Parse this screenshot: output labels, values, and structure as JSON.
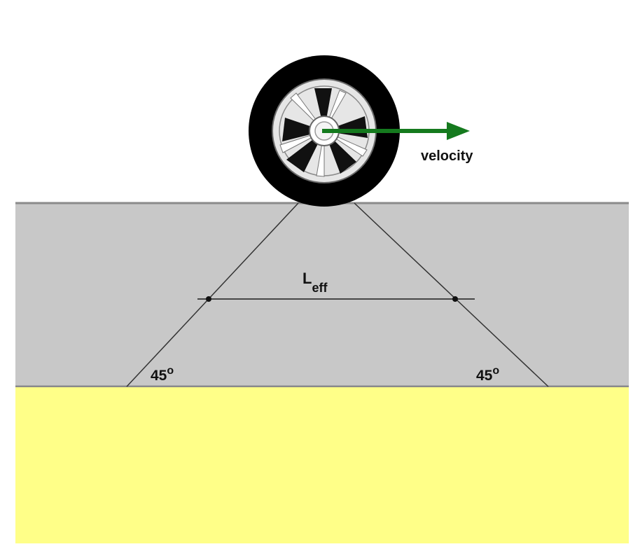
{
  "diagram": {
    "velocity_label": "velocity",
    "leff": {
      "main": "L",
      "sub": "eff"
    },
    "left_angle": {
      "value": "45",
      "unit": "o"
    },
    "right_angle": {
      "value": "45",
      "unit": "o"
    },
    "colors": {
      "background": "#ffffff",
      "pavement": "#c8c8c8",
      "subgrade": "#ffff88",
      "tire": "#000000",
      "wheel_rim": "#e6e6e6",
      "arrow": "#157a1e",
      "lines": "#333333"
    },
    "icons": {
      "wheel": "wheel-icon",
      "arrow": "velocity-arrow-icon"
    }
  }
}
